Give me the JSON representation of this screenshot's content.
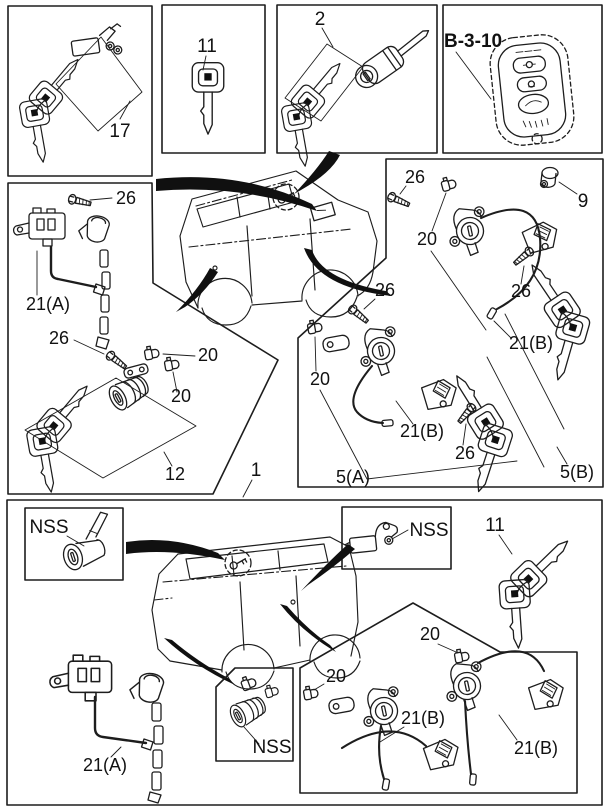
{
  "figure": {
    "type": "parts-diagram",
    "reference_code": "B-3-10",
    "background": "#ffffff",
    "line_color": "#1d1d1d"
  },
  "callouts": {
    "c17": {
      "text": "17"
    },
    "c11top": {
      "text": "11"
    },
    "c2": {
      "text": "2"
    },
    "b310": {
      "text": "B-3-10"
    },
    "c9": {
      "text": "9"
    },
    "ml26a": {
      "text": "26"
    },
    "ml21a": {
      "text": "21(A)"
    },
    "ml26b": {
      "text": "26"
    },
    "ml20a": {
      "text": "20"
    },
    "ml20b": {
      "text": "20"
    },
    "ml12": {
      "text": "12"
    },
    "c1": {
      "text": "1"
    },
    "mr26a": {
      "text": "26"
    },
    "mr20a": {
      "text": "20"
    },
    "mr26b": {
      "text": "26"
    },
    "mr21ba": {
      "text": "21(B)"
    },
    "mr26c": {
      "text": "26"
    },
    "mr20b": {
      "text": "20"
    },
    "mr21bb": {
      "text": "21(B)"
    },
    "mr26d": {
      "text": "26"
    },
    "mr5a": {
      "text": "5(A)"
    },
    "mr5b": {
      "text": "5(B)"
    },
    "nss1": {
      "text": "NSS"
    },
    "nss2": {
      "text": "NSS"
    },
    "b11": {
      "text": "11"
    },
    "br20a": {
      "text": "20"
    },
    "br20b": {
      "text": "20"
    },
    "br21ba": {
      "text": "21(B)"
    },
    "br21bb": {
      "text": "21(B)"
    },
    "nss3": {
      "text": "NSS"
    },
    "b21a": {
      "text": "21(A)"
    }
  }
}
